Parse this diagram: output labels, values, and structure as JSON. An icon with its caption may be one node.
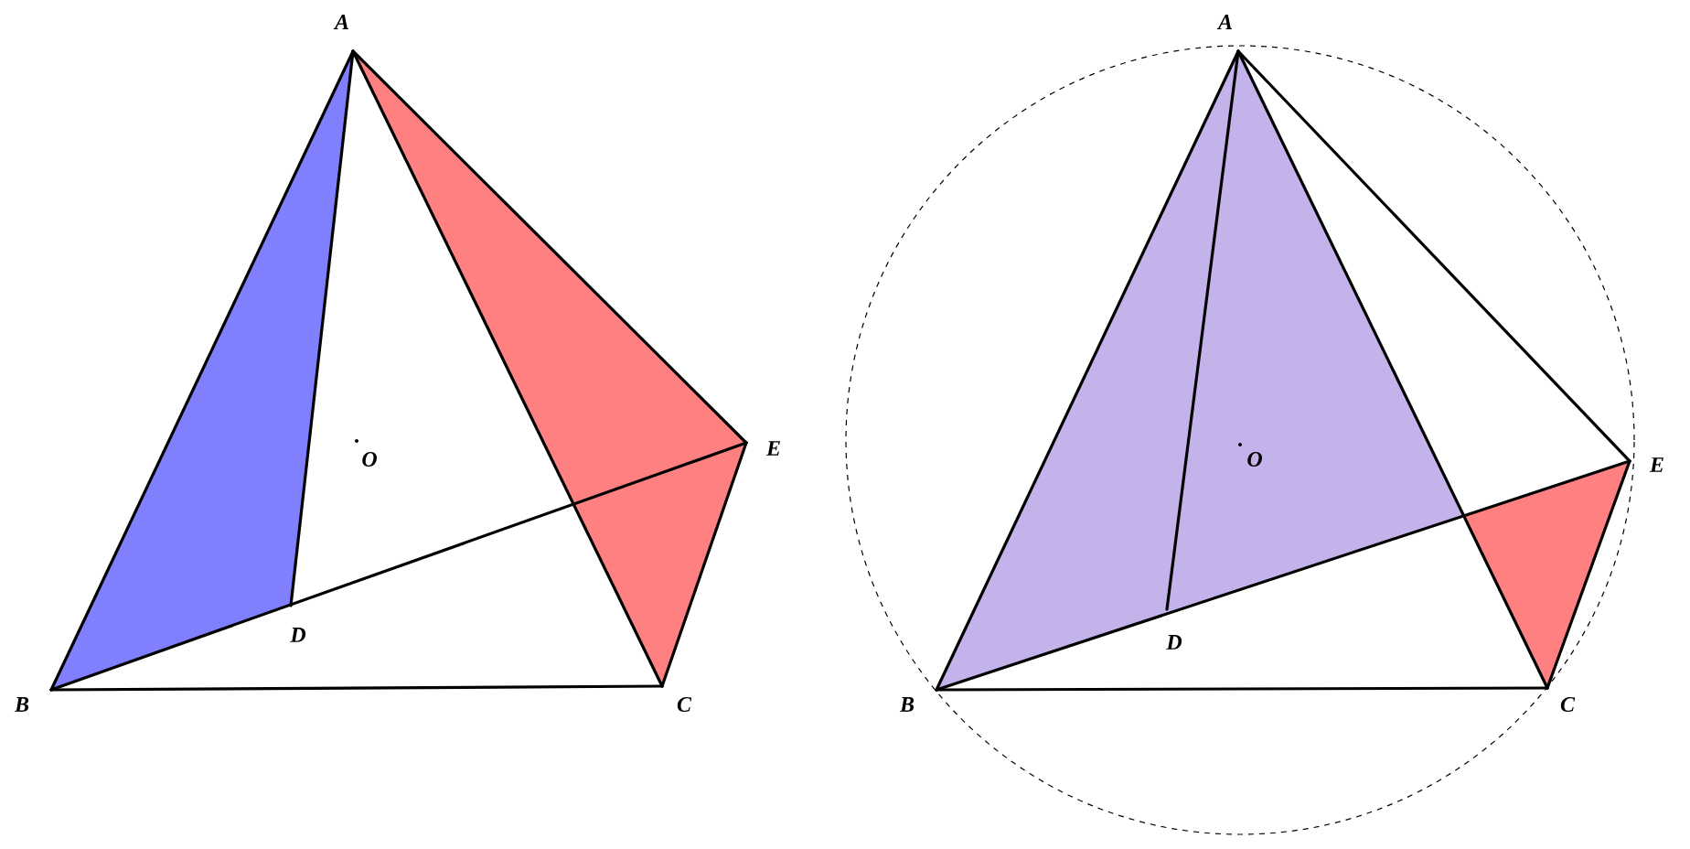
{
  "diagram": {
    "labels": [
      "A",
      "O",
      "E",
      "D",
      "B",
      "C",
      "A",
      "O",
      "E",
      "D",
      "B",
      "C"
    ]
  }
}
